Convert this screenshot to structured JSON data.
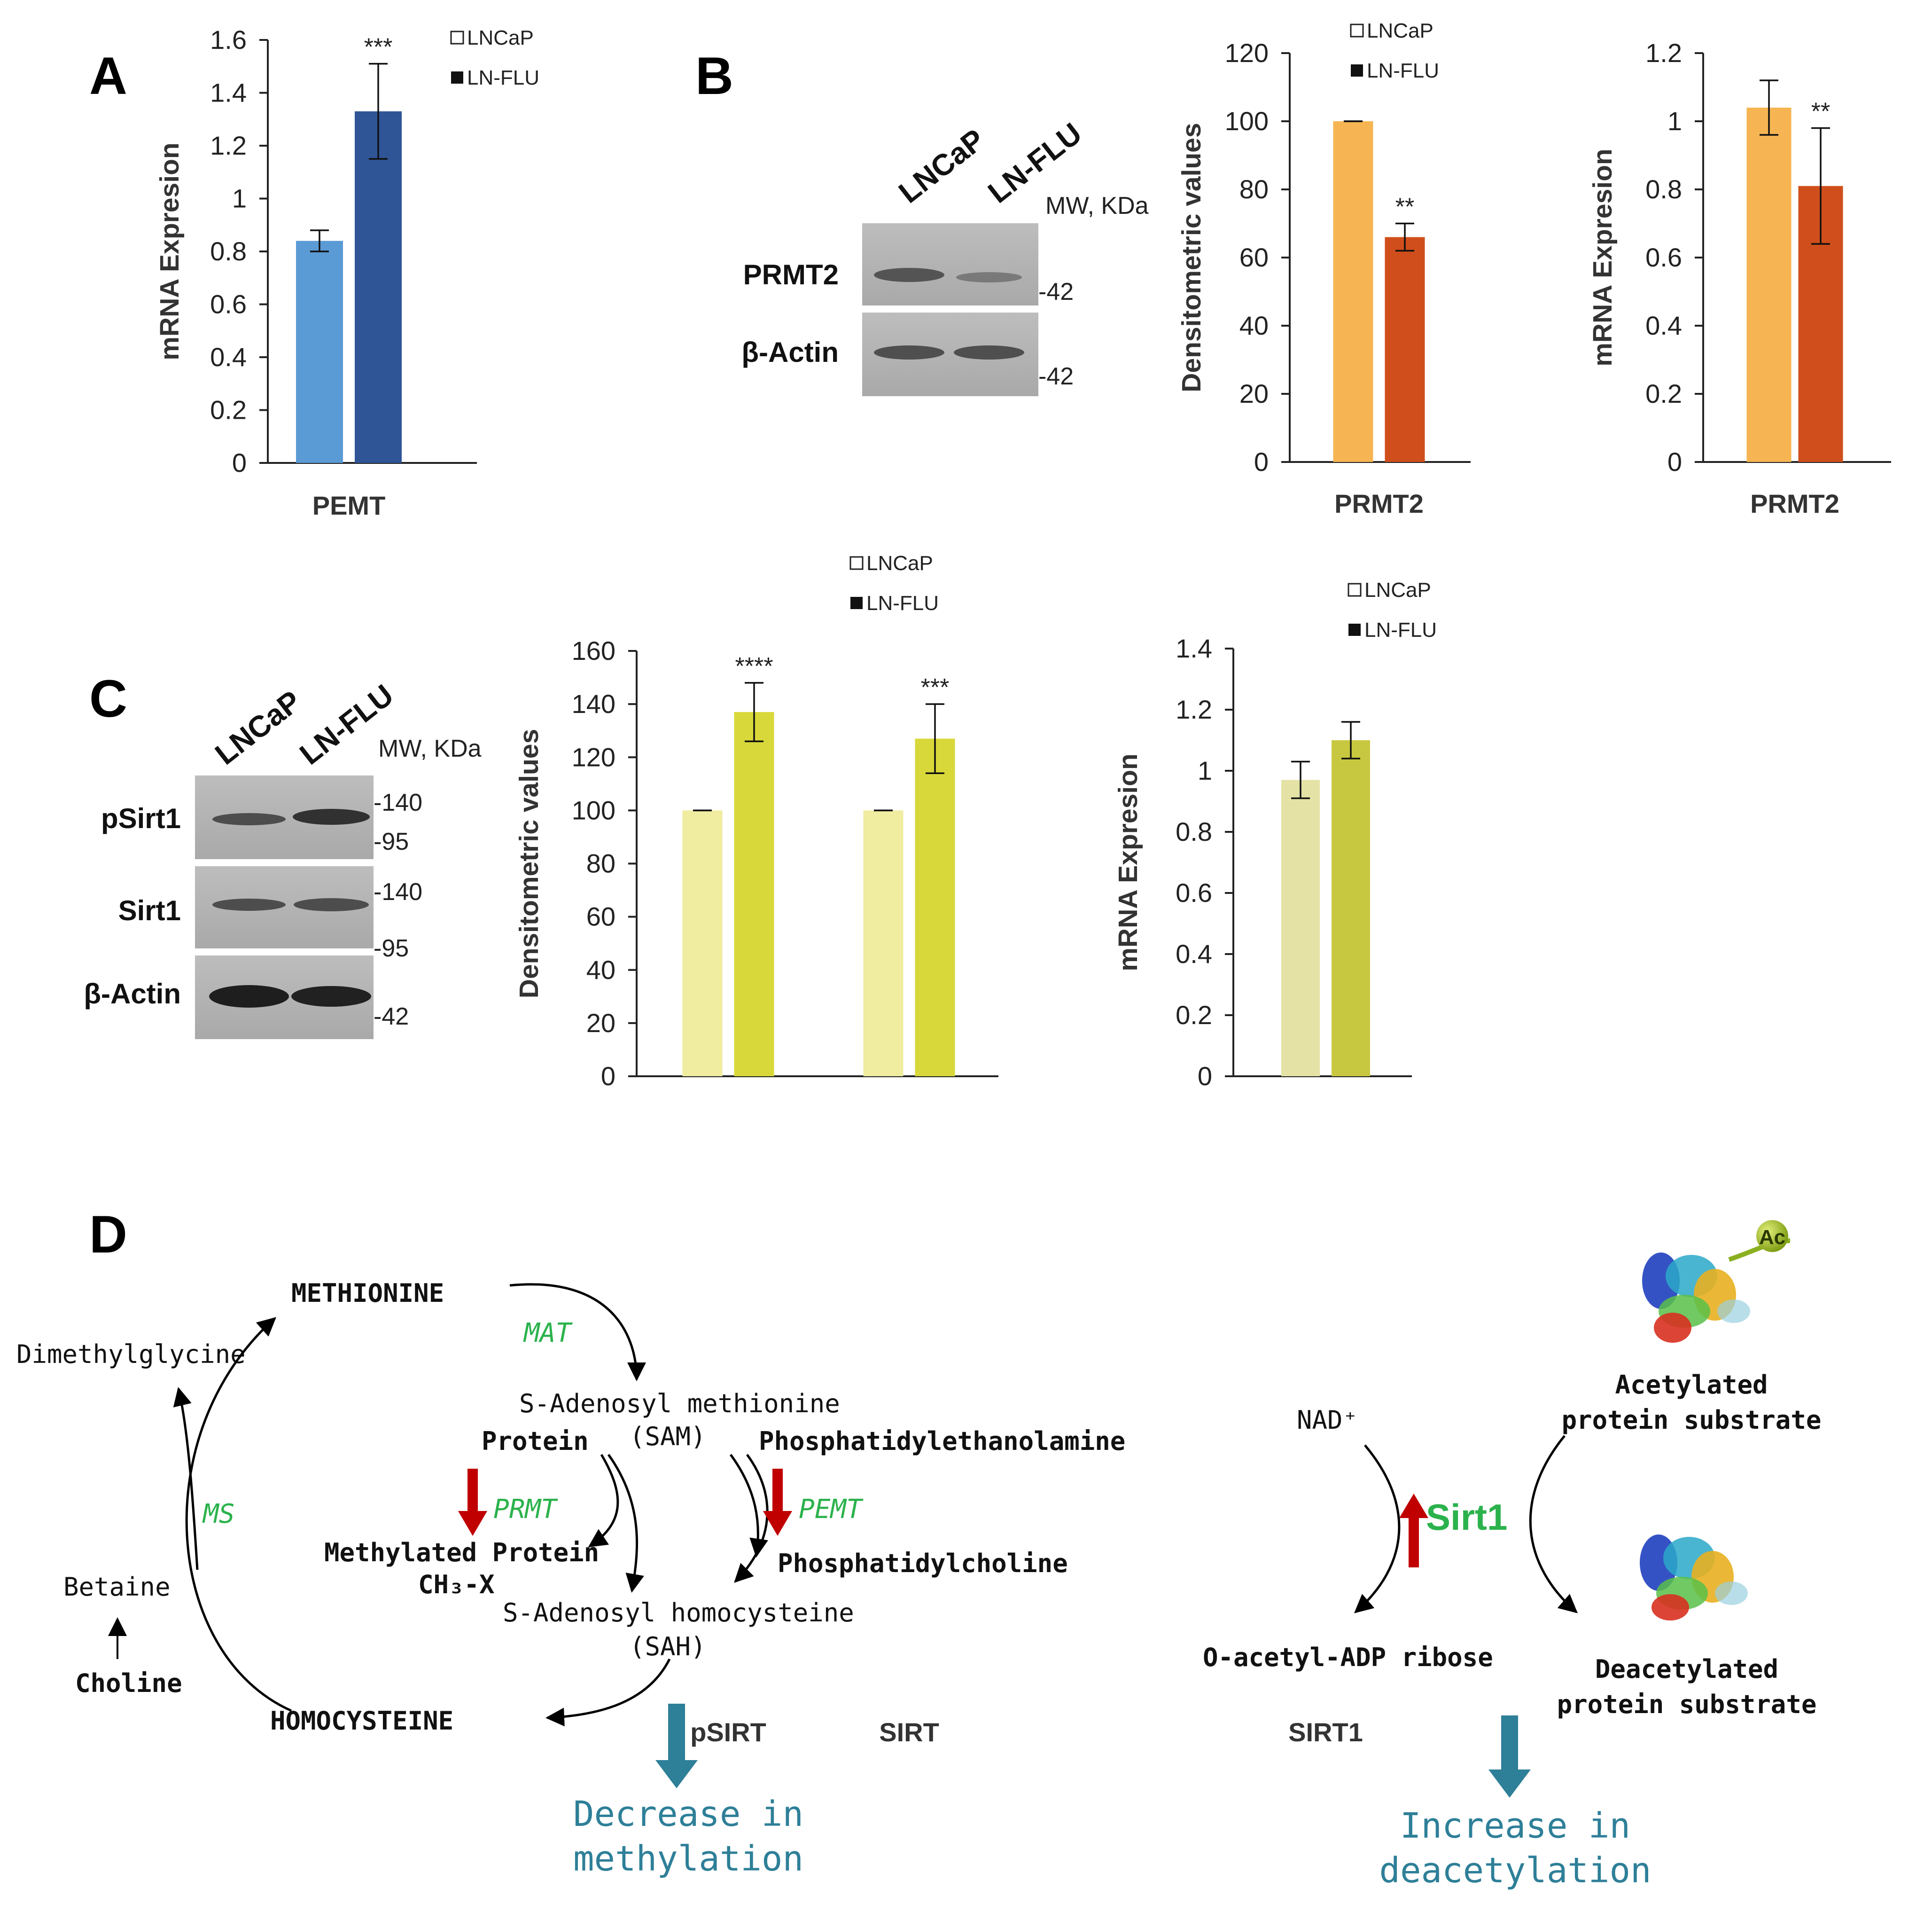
{
  "panels": {
    "a": "A",
    "b": "B",
    "c": "C",
    "d": "D"
  },
  "legend": {
    "lncap": "LNCaP",
    "lnflu": "LN-FLU"
  },
  "colors": {
    "a_lncap": "#5b9bd5",
    "a_lnflu": "#2f5597",
    "b_lncap": "#f6b552",
    "b_lnflu": "#d04e1b",
    "c_lncap": "#f0eca0",
    "c_lnflu": "#d8d83a",
    "c3_lncap": "#e4e2a5",
    "c3_lnflu": "#c8c840",
    "accent_green": "#2bb24c",
    "accent_red": "#c00000",
    "accent_teal": "#2e7f98"
  },
  "chart_data": [
    {
      "id": "A",
      "type": "bar",
      "categories": [
        "PEMT"
      ],
      "series": [
        {
          "name": "LNCaP",
          "values": [
            0.84
          ],
          "errors": [
            0.04
          ]
        },
        {
          "name": "LN-FLU",
          "values": [
            1.33
          ],
          "errors": [
            0.18
          ]
        }
      ],
      "significance": [
        [
          "",
          "***"
        ]
      ],
      "ylabel": "mRNA Expresion",
      "ylim": [
        0,
        1.6
      ],
      "yticks": [
        "0",
        "0.2",
        "0.4",
        "0.6",
        "0.8",
        "1",
        "1.2",
        "1.4",
        "1.6"
      ],
      "legend": "top-right"
    },
    {
      "id": "B-densitometry",
      "type": "bar",
      "categories": [
        "PRMT2"
      ],
      "series": [
        {
          "name": "LNCaP",
          "values": [
            100
          ],
          "errors": [
            0
          ]
        },
        {
          "name": "LN-FLU",
          "values": [
            66
          ],
          "errors": [
            4
          ]
        }
      ],
      "significance": [
        [
          "",
          "**"
        ]
      ],
      "ylabel": "Densitometric values",
      "ylim": [
        0,
        120
      ],
      "yticks": [
        "0",
        "20",
        "40",
        "60",
        "80",
        "100",
        "120"
      ],
      "legend": "top-right"
    },
    {
      "id": "B-mrna",
      "type": "bar",
      "categories": [
        "PRMT2"
      ],
      "series": [
        {
          "values": [
            1.04
          ],
          "errors": [
            0.08
          ]
        },
        {
          "values": [
            0.81
          ],
          "errors": [
            0.17
          ]
        }
      ],
      "significance": [
        [
          "",
          "**"
        ]
      ],
      "ylabel": "mRNA Expresion",
      "ylim": [
        0,
        1.2
      ],
      "yticks": [
        "0",
        "0.2",
        "0.4",
        "0.6",
        "0.8",
        "1",
        "1.2"
      ]
    },
    {
      "id": "C-densitometry",
      "type": "bar",
      "categories": [
        "pSIRT",
        "SIRT"
      ],
      "series": [
        {
          "name": "LNCaP",
          "values": [
            100,
            100
          ],
          "errors": [
            0,
            0
          ]
        },
        {
          "name": "LN-FLU",
          "values": [
            137,
            127
          ],
          "errors": [
            11,
            13
          ]
        }
      ],
      "significance": [
        [
          "",
          "****"
        ],
        [
          "",
          "***"
        ]
      ],
      "ylabel": "Densitometric values",
      "ylim": [
        0,
        160
      ],
      "yticks": [
        "0",
        "20",
        "40",
        "60",
        "80",
        "100",
        "120",
        "140",
        "160"
      ],
      "legend": "top"
    },
    {
      "id": "C-mrna",
      "type": "bar",
      "categories": [
        "SIRT1"
      ],
      "series": [
        {
          "name": "LNCaP",
          "values": [
            0.97
          ],
          "errors": [
            0.06
          ]
        },
        {
          "name": "LN-FLU",
          "values": [
            1.1
          ],
          "errors": [
            0.06
          ]
        }
      ],
      "significance": [
        [
          "",
          ""
        ]
      ],
      "ylabel": "mRNA Expresion",
      "ylim": [
        0,
        1.4
      ],
      "yticks": [
        "0",
        "0.2",
        "0.4",
        "0.6",
        "0.8",
        "1",
        "1.2",
        "1.4"
      ],
      "legend": "top"
    }
  ],
  "blot_b": {
    "lanes": [
      "LNCaP",
      "LN-FLU"
    ],
    "mw_title": "MW, KDa",
    "rows": [
      "PRMT2",
      "β-Actin"
    ],
    "mw": [
      "-42",
      "-42"
    ]
  },
  "blot_c": {
    "lanes": [
      "LNCaP",
      "LN-FLU"
    ],
    "mw_title": "MW, KDa",
    "rows": [
      "pSirt1",
      "Sirt1",
      "β-Actin"
    ],
    "mw": [
      "-140",
      "-95",
      "-140",
      "-95",
      "-42"
    ]
  },
  "pathway": {
    "methionine": "METHIONINE",
    "mat": "MAT",
    "sam_line1": "S-Adenosyl methionine",
    "sam_line2": "(SAM)",
    "protein": "Protein",
    "pe": "Phosphatidylethanolamine",
    "prmt": "PRMT",
    "pemt": "PEMT",
    "methylated_protein": "Methylated Protein",
    "ch3x": "CH₃-X",
    "pc": "Phosphatidylcholine",
    "sah_line1": "S-Adenosyl homocysteine",
    "sah_line2": "(SAH)",
    "homocysteine": "HOMOCYSTEINE",
    "dimethylglycine": "Dimethylglycine",
    "ms": "MS",
    "betaine": "Betaine",
    "choline": "Choline",
    "decrease_line1": "Decrease in",
    "decrease_line2": "methylation"
  },
  "sirt_scheme": {
    "ac": "Ac",
    "acetylated_line1": "Acetylated",
    "acetylated_line2": "protein substrate",
    "nad": "NAD⁺",
    "sirt1": "Sirt1",
    "oadpr": "O-acetyl-ADP ribose",
    "deacetylated_line1": "Deacetylated",
    "deacetylated_line2": "protein substrate",
    "increase_line1": "Increase in",
    "increase_line2": "deacetylation"
  }
}
